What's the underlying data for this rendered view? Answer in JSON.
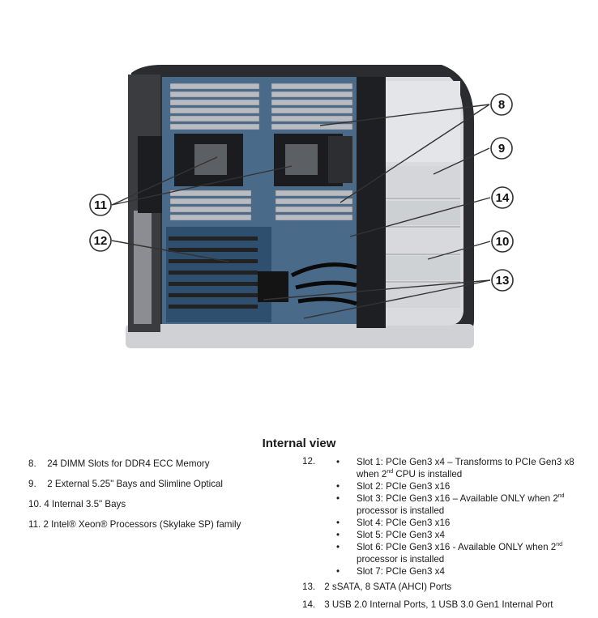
{
  "callouts": {
    "c8": "8",
    "c9": "9",
    "c10": "10",
    "c11": "11",
    "c12": "12",
    "c13": "13",
    "c14": "14"
  },
  "title": "Internal view",
  "left_items": [
    {
      "num": "8.",
      "text": "24 DIMM Slots for DDR4 ECC Memory"
    },
    {
      "num": "9.",
      "text": "2 External 5.25\" Bays and Slimline Optical"
    },
    {
      "num": "10.",
      "text": "4 Internal 3.5\" Bays"
    },
    {
      "num": "11.",
      "text": "2 Intel® Xeon® Processors (Skylake SP) family"
    }
  ],
  "item12": {
    "num": "12.",
    "slots": [
      {
        "pre": "Slot 1: PCIe Gen3 x4 – Transforms to PCIe Gen3 x8 when 2",
        "sup": "nd",
        "post": " CPU is installed"
      },
      {
        "pre": "Slot 2: PCIe Gen3 x16",
        "sup": "",
        "post": ""
      },
      {
        "pre": "Slot 3: PCIe Gen3 x16 – Available ONLY when 2",
        "sup": "nd",
        "post": " processor is installed"
      },
      {
        "pre": "Slot 4: PCIe Gen3 x16",
        "sup": "",
        "post": ""
      },
      {
        "pre": "Slot 5: PCIe Gen3 x4",
        "sup": "",
        "post": ""
      },
      {
        "pre": "Slot 6: PCIe Gen3 x16 - Available ONLY when 2",
        "sup": "nd",
        "post": " processor is installed"
      },
      {
        "pre": "Slot 7: PCIe Gen3 x4",
        "sup": "",
        "post": ""
      }
    ]
  },
  "item13": {
    "num": "13.",
    "text": "2 sSATA, 8 SATA (AHCI) Ports"
  },
  "item14": {
    "num": "14.",
    "text": "3 USB 2.0 Internal Ports, 1 USB 3.0 Gen1 Internal Port"
  }
}
